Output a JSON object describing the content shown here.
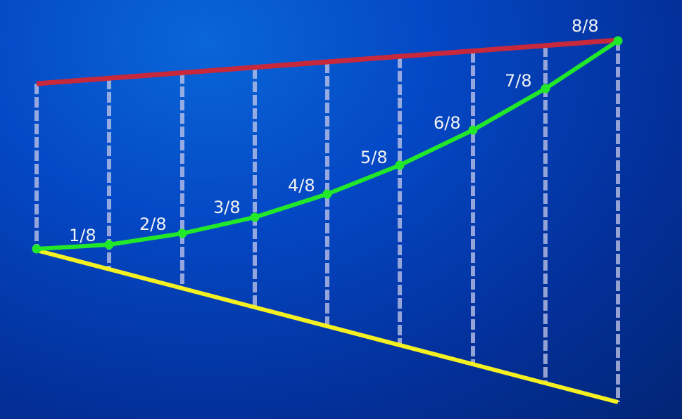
{
  "diagram": {
    "colors": {
      "background_top": "#0a66d8",
      "background_bottom": "#022575",
      "top_edge": "#c8283c",
      "bottom_edge": "#f5f021",
      "curve": "#22e82a",
      "post": "#c6c8e8",
      "label": "#f2f2f2"
    },
    "labels": [
      "1/8",
      "2/8",
      "3/8",
      "4/8",
      "5/8",
      "6/8",
      "7/8",
      "8/8"
    ]
  }
}
